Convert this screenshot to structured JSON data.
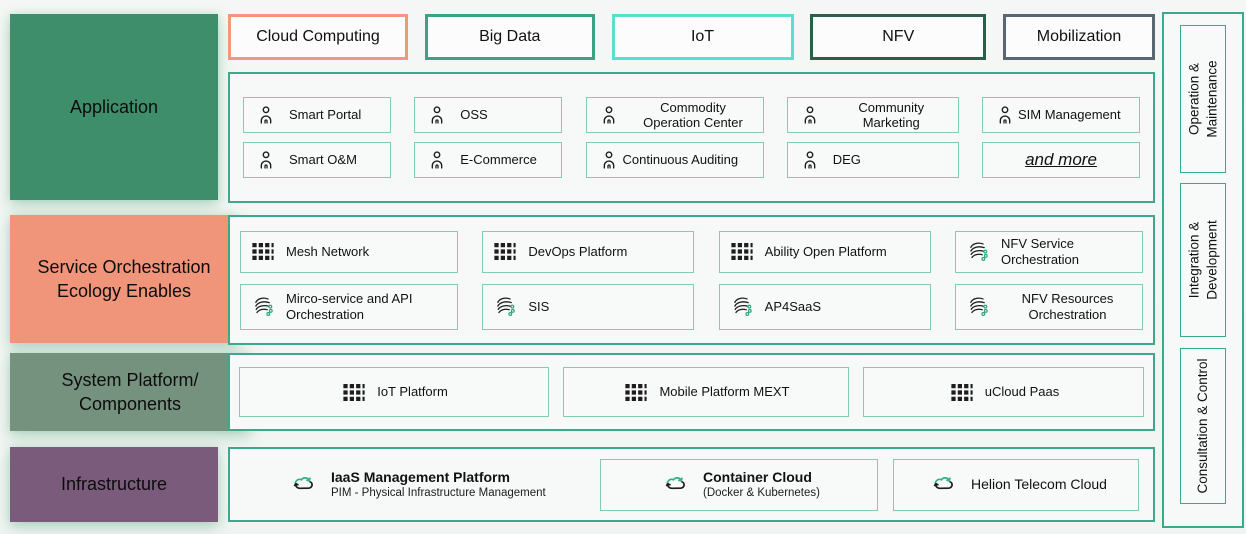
{
  "colors": {
    "background": "#F2F5F3",
    "container_border": "#3BAA8C",
    "item_border": "#82CCB6",
    "chip_cloud_computing_border": "#F0977C",
    "chip_big_data_border": "#3FA183",
    "chip_iot_border": "#58DFCE",
    "chip_nfv_border": "#2C5F4A",
    "chip_mobilization_border": "#5A6772",
    "layer_application": "#3E8E6B",
    "layer_service_orchestration": "#F0957A",
    "layer_system_platform": "#75927F",
    "layer_infrastructure": "#7A5B7C",
    "icon_green_accent": "#2AA87A",
    "icon_dark": "#1E1E1E",
    "text": "#111111"
  },
  "chips": [
    {
      "label": "Cloud Computing"
    },
    {
      "label": "Big Data"
    },
    {
      "label": "IoT"
    },
    {
      "label": "NFV"
    },
    {
      "label": "Mobilization"
    }
  ],
  "left_blocks": [
    {
      "label": "Application"
    },
    {
      "label": "Service Orchestration Ecology Enables"
    },
    {
      "label": "System Platform/ Components"
    },
    {
      "label": "Infrastructure"
    }
  ],
  "application": {
    "row1": [
      {
        "label": "Smart Portal",
        "icon": "person-icon"
      },
      {
        "label": "OSS",
        "icon": "person-icon"
      },
      {
        "label": "Commodity Operation Center",
        "icon": "person-icon"
      },
      {
        "label": "Community Marketing",
        "icon": "person-icon"
      },
      {
        "label": "SIM Management",
        "icon": "person-icon"
      }
    ],
    "row2": [
      {
        "label": "Smart O&M",
        "icon": "person-icon"
      },
      {
        "label": "E-Commerce",
        "icon": "person-icon"
      },
      {
        "label": "Continuous Auditing",
        "icon": "person-icon"
      },
      {
        "label": "DEG",
        "icon": "person-icon"
      },
      {
        "label": "and more",
        "icon": "none"
      }
    ]
  },
  "service": {
    "row1": [
      {
        "label": "Mesh Network",
        "icon": "grid-icon"
      },
      {
        "label": "DevOps Platform",
        "icon": "grid-icon"
      },
      {
        "label": "Ability Open Platform",
        "icon": "grid-icon"
      },
      {
        "label": "NFV Service Orchestration",
        "icon": "service-mesh-icon"
      }
    ],
    "row2": [
      {
        "label": "Mirco-service and API Orchestration",
        "icon": "service-mesh-icon"
      },
      {
        "label": "SIS",
        "icon": "service-mesh-icon"
      },
      {
        "label": "AP4SaaS",
        "icon": "service-mesh-icon"
      },
      {
        "label": "NFV Resources Orchestration",
        "icon": "service-mesh-icon"
      }
    ]
  },
  "system": {
    "items": [
      {
        "label": "IoT Platform",
        "icon": "grid-icon"
      },
      {
        "label": "Mobile Platform MEXT",
        "icon": "grid-icon"
      },
      {
        "label": "uCloud Paas",
        "icon": "grid-icon"
      }
    ]
  },
  "infrastructure": {
    "items": [
      {
        "title": "IaaS Management Platform",
        "subtitle": "PIM - Physical Infrastructure Management",
        "icon": "cloud-cycle-icon"
      },
      {
        "title": "Container Cloud",
        "subtitle": "(Docker & Kubernetes)",
        "icon": "cloud-cycle-icon"
      },
      {
        "title": "Helion Telecom Cloud",
        "subtitle": "",
        "icon": "cloud-cycle-icon"
      }
    ]
  },
  "right_rail": {
    "items": [
      {
        "label": "Operation &\nMaintenance"
      },
      {
        "label": "Integration &\nDevelopment"
      },
      {
        "label": "Consultation & Control"
      }
    ]
  }
}
